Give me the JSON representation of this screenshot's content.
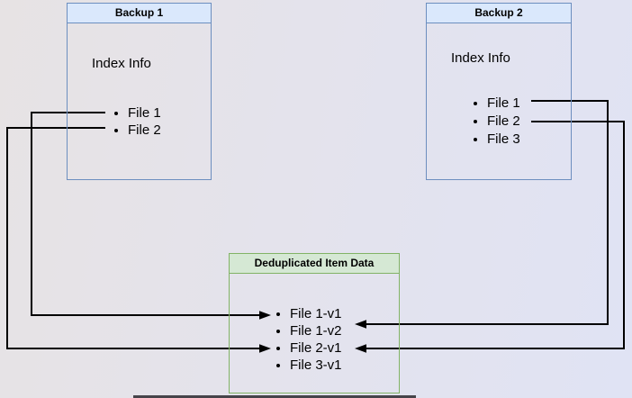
{
  "boxes": {
    "backup1": {
      "title": "Backup 1",
      "section_label": "Index Info",
      "items": [
        "File 1",
        "File 2"
      ]
    },
    "backup2": {
      "title": "Backup 2",
      "section_label": "Index Info",
      "items": [
        "File 1",
        "File 2",
        "File 3"
      ]
    },
    "dedup": {
      "title": "Deduplicated Item Data",
      "items": [
        "File 1-v1",
        "File 1-v2",
        "File 2-v1",
        "File 3-v1"
      ]
    }
  },
  "connections": [
    {
      "from": "Backup 1 / File 1",
      "to": "File 1-v1"
    },
    {
      "from": "Backup 1 / File 2",
      "to": "File 2-v1"
    },
    {
      "from": "Backup 2 / File 1",
      "to": "File 1-v2"
    },
    {
      "from": "Backup 2 / File 2",
      "to": "File 2-v1"
    }
  ],
  "colors": {
    "backup_header_fill": "#dae8fc",
    "backup_border": "#6c8ebf",
    "dedup_header_fill": "#d5e8d4",
    "dedup_border": "#82b366",
    "connector": "#000000"
  }
}
